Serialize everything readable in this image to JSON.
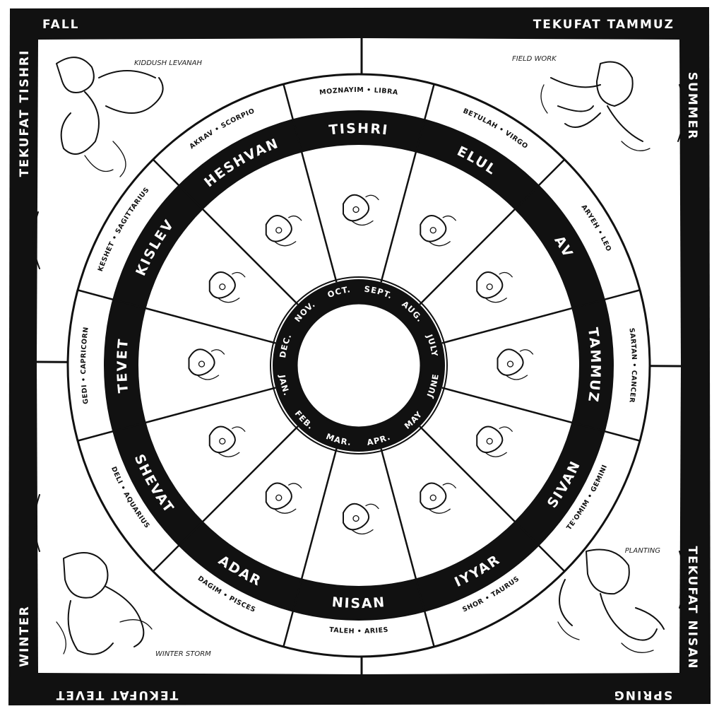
{
  "frame": {
    "top_left": "FALL",
    "top_right": "TEKUFAT  TAMMUZ",
    "left_side": "TEKUFAT  TISHRI",
    "right_side": "SUMMER",
    "left_bottom": "WINTER",
    "right_bottom": "TEKUFAT  NISAN",
    "bottom_left": "TEKUFAT  TEVET",
    "bottom_right": "SPRING"
  },
  "wheel": {
    "months": [
      {
        "name": "TISHRI",
        "sign": "MOZNAYIM • LIBRA"
      },
      {
        "name": "ELUL",
        "sign": "BETULAH • VIRGO"
      },
      {
        "name": "AV",
        "sign": "ARYEH • LEO"
      },
      {
        "name": "TAMMUZ",
        "sign": "SARTAN • CANCER"
      },
      {
        "name": "SIVAN",
        "sign": "TE'OMIM • GEMINI"
      },
      {
        "name": "IYYAR",
        "sign": "SHOR • TAURUS"
      },
      {
        "name": "NISAN",
        "sign": "TALEH • ARIES"
      },
      {
        "name": "ADAR",
        "sign": "DAGIM • PISCES"
      },
      {
        "name": "SHEVAT",
        "sign": "DELI • AQUARIUS"
      },
      {
        "name": "TEVET",
        "sign": "GEDI • CAPRICORN"
      },
      {
        "name": "KISLEV",
        "sign": "KESHET • SAGITTARIUS"
      },
      {
        "name": "HESHVAN",
        "sign": "AKRAV • SCORPIO"
      }
    ],
    "gregorian": [
      "SEPT.",
      "AUG.",
      "JULY",
      "JUNE",
      "MAY",
      "APR.",
      "MAR.",
      "FEB.",
      "JAN.",
      "DEC.",
      "NOV.",
      "OCT."
    ]
  },
  "corners": {
    "top_left_caption": "KIDDUSH LEVANAH",
    "top_right_caption": "FIELD WORK",
    "bottom_left_caption": "WINTER STORM",
    "bottom_right_caption": "PLANTING"
  },
  "colors": {
    "ink": "#111111",
    "paper": "#ffffff"
  }
}
